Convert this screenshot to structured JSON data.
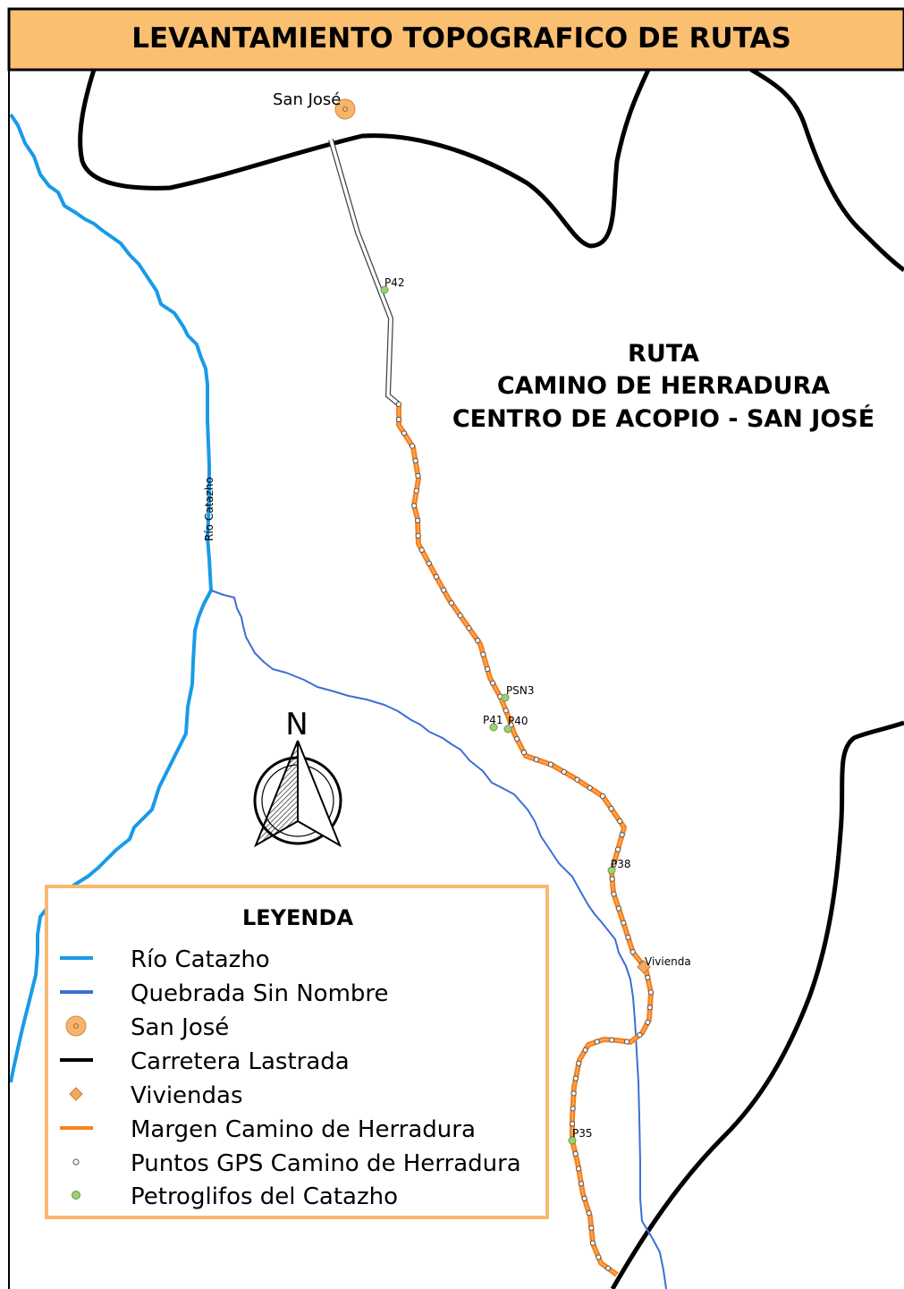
{
  "title": "LEVANTAMIENTO TOPOGRAFICO DE RUTAS",
  "route_label": {
    "line1": "RUTA",
    "line2": "CAMINO DE HERRADURA",
    "line3": "CENTRO DE ACOPIO - SAN JOSÉ"
  },
  "places": {
    "san_jose": "San José",
    "vivienda": "Vivienda",
    "rio": "Río Catazho"
  },
  "petroglyphs": {
    "p42": "P42",
    "psn3": "PSN3",
    "p41": "P41",
    "p40": "P40",
    "p38": "P38",
    "p35": "P35"
  },
  "north": "N",
  "legend": {
    "title": "LEYENDA",
    "items": [
      "Río Catazho",
      "Quebrada Sin Nombre",
      "San José",
      "Carretera Lastrada",
      "Viviendas",
      "Margen Camino de Herradura",
      "Puntos GPS Camino de Herradura",
      "Petroglifos del Catazho"
    ]
  },
  "colors": {
    "title_bg": "#fbbf72",
    "river": "#1a9ae8",
    "stream": "#3b6fd6",
    "road": "#000000",
    "trail": "#f5821f",
    "san_jose_fill": "#f7b46c",
    "vivienda_fill": "#f4a860",
    "petroglyph": "#9ad07a",
    "legend_border": "#f9b86e"
  }
}
